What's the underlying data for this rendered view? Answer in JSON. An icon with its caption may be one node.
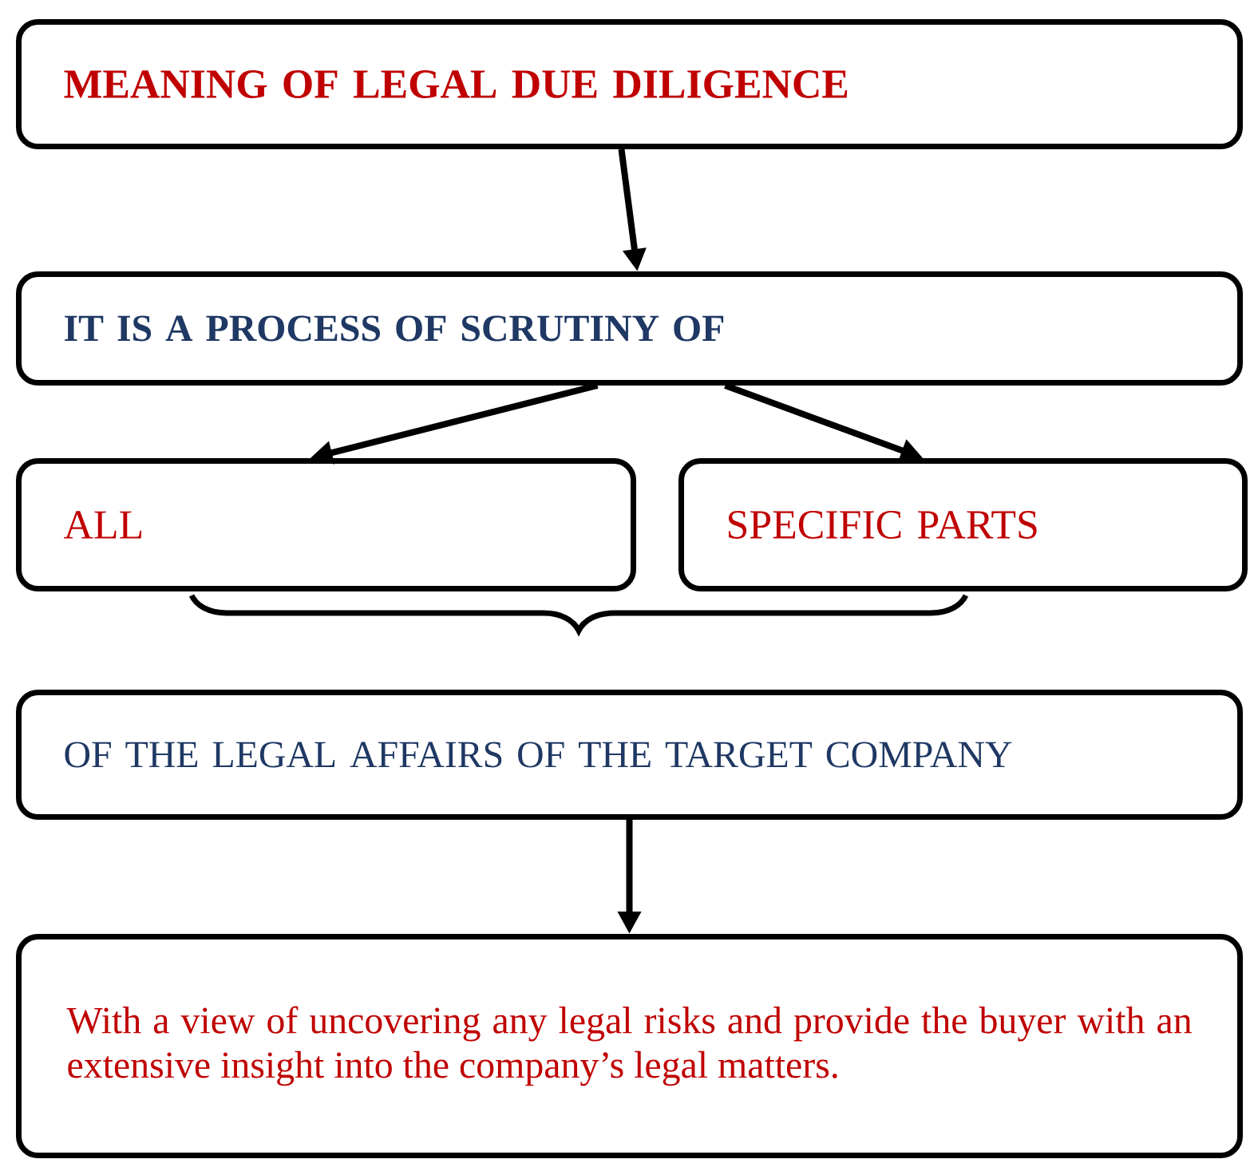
{
  "diagram": {
    "nodes": [
      {
        "text": [
          "MEANING OF LEGAL DUE DILIGENCE"
        ]
      },
      {
        "text": [
          "IT IS A PROCESS OF SCRUTINY OF"
        ]
      },
      {
        "text": [
          "ALL"
        ]
      },
      {
        "text": [
          "SPECIFIC PARTS"
        ]
      },
      {
        "text": [
          "OF THE LEGAL AFFAIRS OF THE TARGET COMPANY"
        ]
      },
      {
        "text": [
          "With a view of uncovering any legal risks and provide the buyer with an extensive insight into the company’s legal matters."
        ]
      }
    ],
    "edges": [
      {
        "from": 0,
        "to": 1,
        "arrow": "to"
      },
      {
        "from": 1,
        "to": 2,
        "arrow": "to"
      },
      {
        "from": 1,
        "to": 3,
        "arrow": "to"
      },
      {
        "from": 4,
        "to": 5,
        "arrow": "to"
      }
    ]
  }
}
